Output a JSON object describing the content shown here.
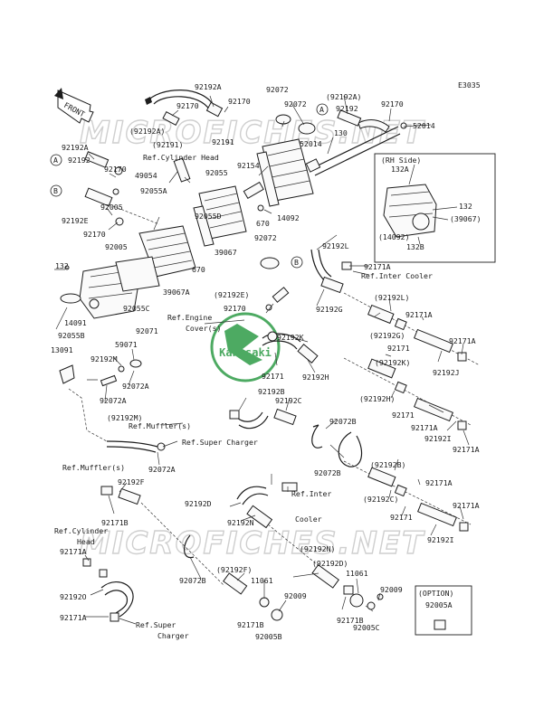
{
  "diagram_code": "E3035",
  "front_label": "FRONT",
  "watermarks": [
    "MICROFICHES.NET",
    "MICROFICHES.NET"
  ],
  "logo_text": "Kawasaki",
  "rh_side_box": {
    "title": "(RH Side)",
    "labels": [
      "132A",
      "132",
      "(39067)",
      "(14092)",
      "132B"
    ]
  },
  "option_box": {
    "title": "(OPTION)",
    "label": "92005A"
  },
  "circle_markers": [
    "A",
    "B",
    "A",
    "B"
  ],
  "labels": [
    "92192A",
    "92170",
    "92170",
    "(92192A)",
    "(92191)",
    "92191",
    "92072",
    "92072",
    "(92192A)",
    "92192",
    "92170",
    "52014",
    "52014",
    "130",
    "Ref.Cylinder Head",
    "92192A",
    "92192",
    "92170",
    "49054",
    "92055A",
    "92055",
    "92154",
    "92005",
    "92192E",
    "92055D",
    "92170",
    "92005",
    "670",
    "92072",
    "14092",
    "39067",
    "670",
    "132",
    "92055C",
    "39067A",
    "14091",
    "92055B",
    "92192L",
    "92171A",
    "Ref.Inter Cooler",
    "(92192E)",
    "92170",
    "Ref.Engine",
    "Cover(s)",
    "92192G",
    "(92192L)",
    "92171A",
    "(92192G)",
    "92171",
    "92171A",
    "92192J",
    "13091",
    "59071",
    "92071",
    "92192M",
    "92072A",
    "92072A",
    "92192K",
    "92192H",
    "92171",
    "(92192K)",
    "92192B",
    "92192C",
    "(92192H)",
    "92171",
    "92171A",
    "92192I",
    "92171A",
    "(92192M)",
    "Ref.Muffler(s)",
    "Ref.Super Charger",
    "92072A",
    "92072B",
    "92072B",
    "Ref.Muffler(s)",
    "92192F",
    "92171B",
    "92192D",
    "Ref.Inter",
    "Cooler",
    "92192N",
    "(92192B)",
    "92171A",
    "(92192C)",
    "92171",
    "92171A",
    "92192I",
    "Ref.Cylinder",
    "Head",
    "92171A",
    "92072B",
    "(92192N)",
    "(92192F)",
    "11061",
    "(92192D)",
    "11061",
    "92192O",
    "92171A",
    "Ref.Super",
    "Charger",
    "92009",
    "92171B",
    "92005B",
    "92171B",
    "92009",
    "92005C"
  ]
}
